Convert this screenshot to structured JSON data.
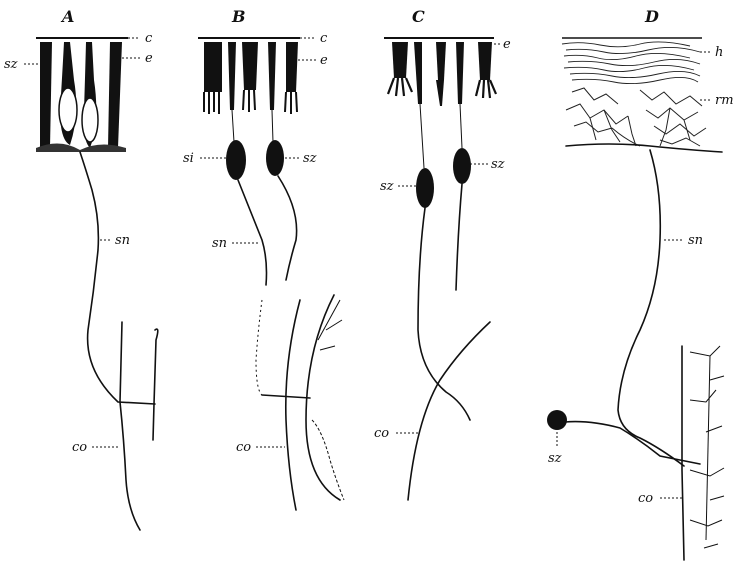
{
  "figure": {
    "panels": [
      {
        "id": "A",
        "title": "A",
        "labels": {
          "c": "c",
          "e": "e",
          "sz": "sz",
          "sn": "sn",
          "co": "co"
        }
      },
      {
        "id": "B",
        "title": "B",
        "labels": {
          "c": "c",
          "e": "e",
          "si": "si",
          "sz": "sz",
          "sn": "sn",
          "co": "co"
        }
      },
      {
        "id": "C",
        "title": "C",
        "labels": {
          "e": "e",
          "sz_left": "sz",
          "sz_right": "sz",
          "co": "co"
        }
      },
      {
        "id": "D",
        "title": "D",
        "labels": {
          "h": "h",
          "rm": "rm",
          "sn": "sn",
          "sz": "sz",
          "co": "co"
        }
      }
    ]
  }
}
